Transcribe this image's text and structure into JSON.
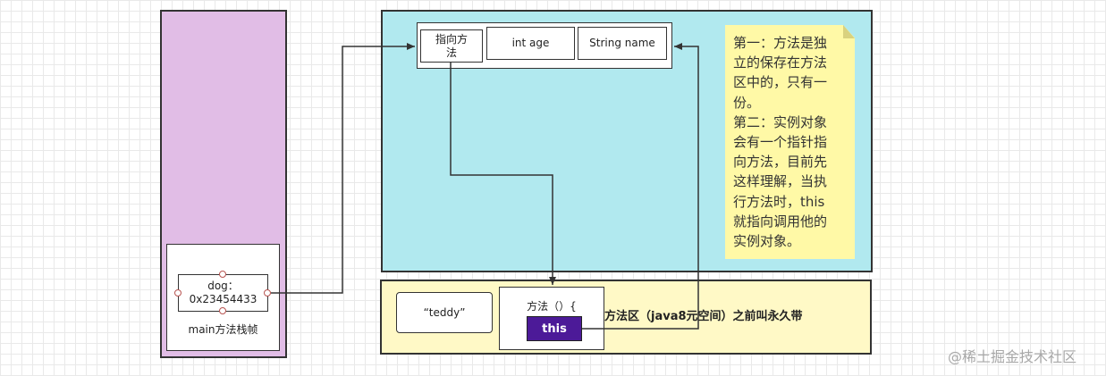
{
  "stack": {
    "variable": {
      "name": "dog：",
      "address": "0x23454433"
    },
    "frame_label": "main方法栈帧"
  },
  "heap": {
    "object_cells": {
      "method_pointer": "指向方\n法",
      "age_field": "int age",
      "name_field": "String name"
    },
    "note": "第一：方法是独\n立的保存在方法\n区中的，只有一\n份。\n第二：实例对象\n会有一个指针指\n向方法，目前先\n这样理解，当执\n行方法时，this\n就指向调用他的\n实例对象。"
  },
  "method_area": {
    "string_literal": "“teddy”",
    "method_label": "方法（）{",
    "this_label": "this",
    "area_label": "方法区（java8元空间）之前叫永久带"
  },
  "watermark": "@稀土掘金技术社区",
  "colors": {
    "stack_fill": "#e1bde6",
    "heap_fill": "#b1e9ef",
    "method_area_fill": "#fff9c6",
    "note_fill": "#fff9a6",
    "this_fill": "#4c1a98",
    "connector_dot": "#b85450"
  }
}
